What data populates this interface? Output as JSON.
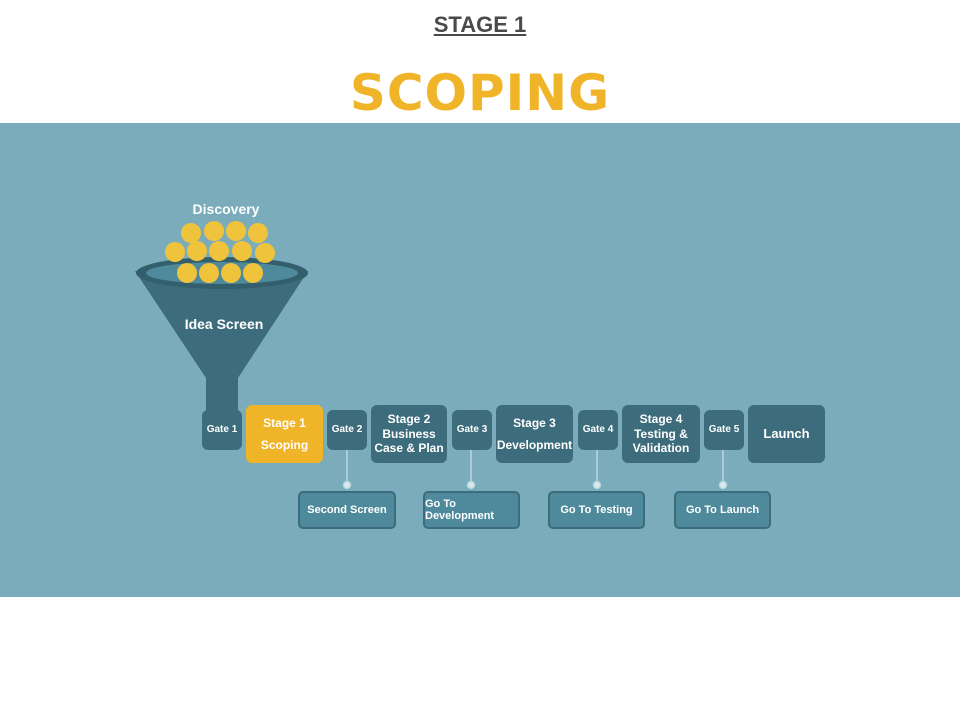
{
  "header": {
    "stage_label": "STAGE 1",
    "title": "SCOPING"
  },
  "funnel": {
    "top_label": "Discovery",
    "middle_label": "Idea Screen"
  },
  "pipeline": {
    "gates": [
      "Gate 1",
      "Gate 2",
      "Gate 3",
      "Gate 4",
      "Gate 5"
    ],
    "stages": [
      {
        "line1": "Stage 1",
        "line2": "Scoping"
      },
      {
        "line1": "Stage 2",
        "line2": "Business Case & Plan"
      },
      {
        "line1": "Stage 3",
        "line2": "Development"
      },
      {
        "line1": "Stage 4",
        "line2": "Testing & Validation"
      }
    ],
    "launch": "Launch"
  },
  "actions": [
    "Second Screen",
    "Go To Development",
    "Go To Testing",
    "Go To Launch"
  ],
  "colors": {
    "panel": "#7aacbb",
    "box": "#3d6d7c",
    "highlight": "#f0b429",
    "action": "#4e8a9c"
  }
}
